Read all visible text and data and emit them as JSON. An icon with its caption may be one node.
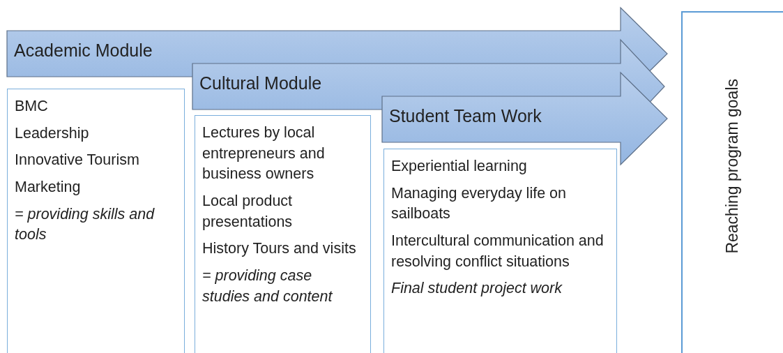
{
  "diagram": {
    "nodes": [
      {
        "text": [
          "Academic Module"
        ]
      },
      {
        "text": [
          "BMC",
          "Leadership",
          "Innovative Tourism",
          "Marketing",
          "= providing skills and tools"
        ]
      },
      {
        "text": [
          "Cultural Module"
        ]
      },
      {
        "text": [
          "Lectures by local entrepreneurs and business owners",
          "Local product presentations",
          "History Tours and visits",
          "= providing case studies and content"
        ]
      },
      {
        "text": [
          "Student Team Work"
        ]
      },
      {
        "text": [
          "Experiential learning",
          "Managing everyday life on sailboats",
          "Intercultural communication and resolving conflict situations",
          "Final student project work"
        ]
      },
      {
        "text": [
          "Reaching program goals"
        ]
      }
    ]
  }
}
